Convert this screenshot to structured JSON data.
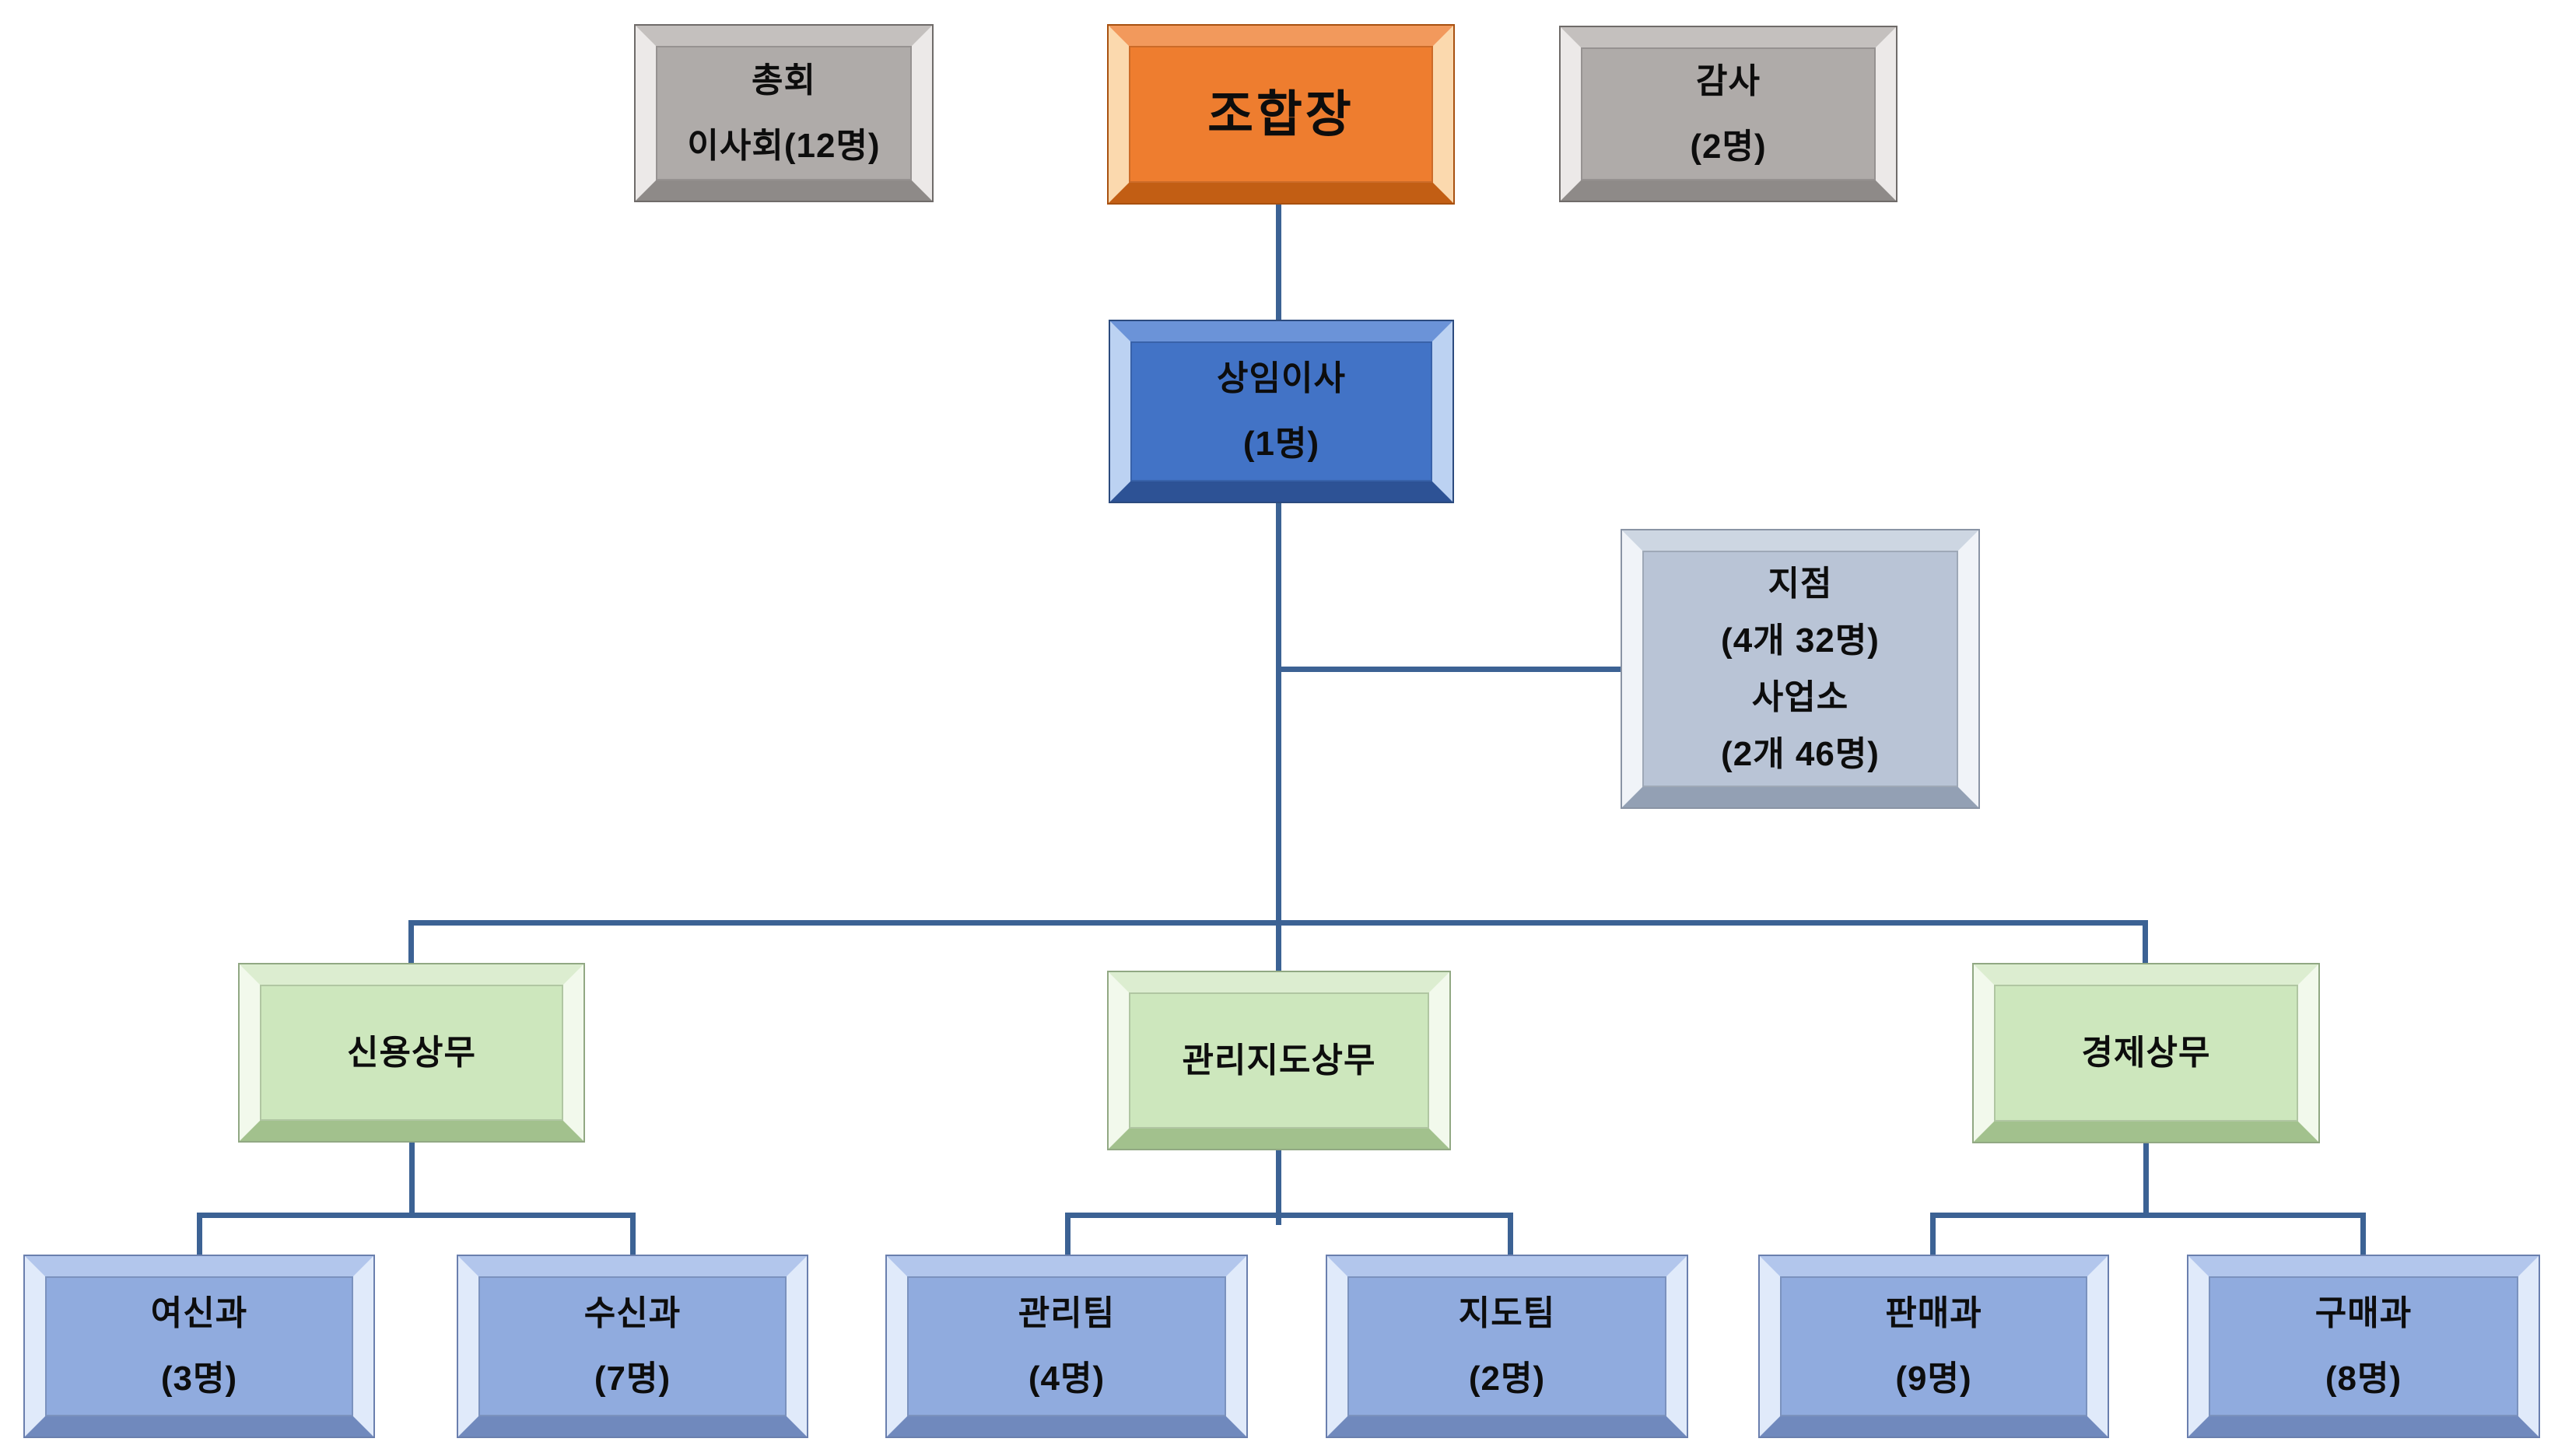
{
  "colors": {
    "connector": "#3c6294",
    "gray_box": "#afaba9",
    "orange_box": "#ee7d2f",
    "blue_box": "#4273c6",
    "steel_box": "#b9c4d6",
    "green_box": "#cde7bd",
    "light_blue_box": "#90abde",
    "text": "#0d0d0d",
    "background": "#ffffff"
  },
  "nodes": {
    "assembly": {
      "lines": [
        "총회",
        "이사회(12명)"
      ]
    },
    "chairman": {
      "lines": [
        "조합장"
      ]
    },
    "auditor": {
      "lines": [
        "감사",
        "(2명)"
      ]
    },
    "executive_director": {
      "lines": [
        "상임이사",
        "(1명)"
      ]
    },
    "branches": {
      "lines": [
        "지점",
        "(4개 32명)",
        "사업소",
        "(2개 46명)"
      ]
    },
    "credit_director": {
      "lines": [
        "신용상무"
      ]
    },
    "admin_guidance_director": {
      "lines": [
        "관리지도상무"
      ]
    },
    "economy_director": {
      "lines": [
        "경제상무"
      ]
    },
    "loan_dept": {
      "lines": [
        "여신과",
        "(3명)"
      ]
    },
    "deposit_dept": {
      "lines": [
        "수신과",
        "(7명)"
      ]
    },
    "admin_team": {
      "lines": [
        "관리팀",
        "(4명)"
      ]
    },
    "guidance_team": {
      "lines": [
        "지도팀",
        "(2명)"
      ]
    },
    "sales_dept": {
      "lines": [
        "판매과",
        "(9명)"
      ]
    },
    "purchase_dept": {
      "lines": [
        "구매과",
        "(8명)"
      ]
    }
  },
  "edges": [
    {
      "from": "chairman",
      "to": "executive_director"
    },
    {
      "from": "executive_director",
      "to": "branches"
    },
    {
      "from": "executive_director",
      "to": "credit_director"
    },
    {
      "from": "executive_director",
      "to": "admin_guidance_director"
    },
    {
      "from": "executive_director",
      "to": "economy_director"
    },
    {
      "from": "credit_director",
      "to": "loan_dept"
    },
    {
      "from": "credit_director",
      "to": "deposit_dept"
    },
    {
      "from": "admin_guidance_director",
      "to": "admin_team"
    },
    {
      "from": "admin_guidance_director",
      "to": "guidance_team"
    },
    {
      "from": "economy_director",
      "to": "sales_dept"
    },
    {
      "from": "economy_director",
      "to": "purchase_dept"
    }
  ]
}
